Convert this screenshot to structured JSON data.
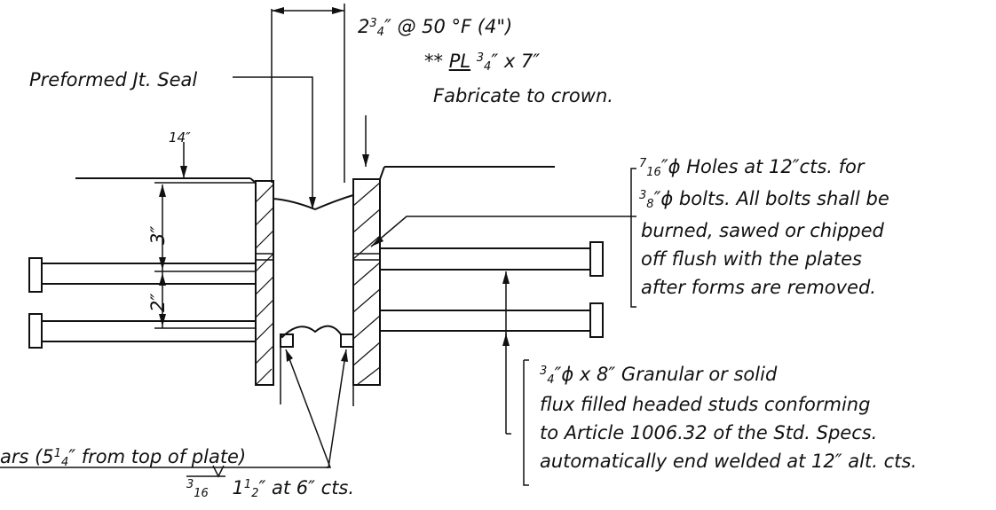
{
  "title_dim": {
    "whole": "2",
    "num": "3",
    "den": "4",
    "rest": "″ @ 50 °F (4\")"
  },
  "seal_label": "Preformed Jt. Seal",
  "plate": {
    "prefix": "** ",
    "symbol": "PL",
    "num": "3",
    "den": "4",
    "rest": "″ x 7″"
  },
  "fabricate": "Fabricate to crown.",
  "quarter": {
    "num": "1",
    "den": "4",
    "mark": "″"
  },
  "dim_three": "3″",
  "dim_two": "2″",
  "holes_note": {
    "line1": {
      "num": "7",
      "den": "16",
      "rest": "″ϕ Holes at 12″cts. for"
    },
    "line2": {
      "num": "3",
      "den": "8",
      "rest": "″ϕ bolts. All bolts shall be"
    },
    "line3": "burned, sawed or chipped",
    "line4": "off flush with the plates",
    "line5": "after forms are removed."
  },
  "studs_note": {
    "line1": {
      "num": "3",
      "den": "4",
      "rest": "″ϕ x 8″ Granular or solid"
    },
    "line2": "flux filled headed studs conforming",
    "line3": "to Article 1006.32 of the Std. Specs.",
    "line4": "automatically end welded at 12″ alt. cts."
  },
  "bars_note": {
    "pre": "ars (5",
    "num": "1",
    "den": "4",
    "rest": "″ from top of plate)"
  },
  "weld_note": {
    "num": "3",
    "den": "16",
    "mid": "1",
    "mnum": "1",
    "mden": "2",
    "rest": "″ at 6″ cts."
  }
}
